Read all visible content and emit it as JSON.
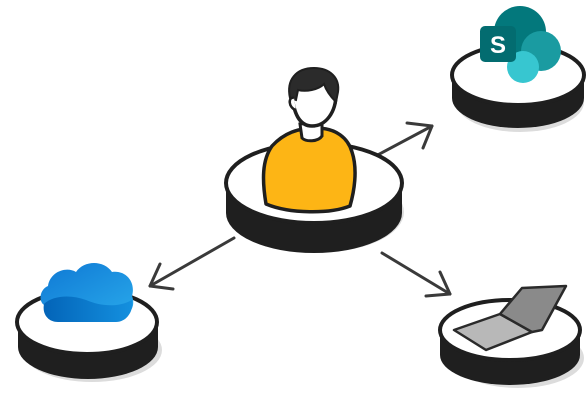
{
  "diagram": {
    "center_node": {
      "icon": "person-icon",
      "shirt_color": "#FDB515",
      "hair_color": "#2b2b2b"
    },
    "nodes": [
      {
        "id": "sharepoint",
        "icon": "sharepoint-icon",
        "letter": "S",
        "colors": [
          "#03787C",
          "#0F9C9E",
          "#37C6D0"
        ]
      },
      {
        "id": "onedrive",
        "icon": "onedrive-cloud-icon",
        "colors": [
          "#0364B8",
          "#1490DF",
          "#28A8EA"
        ]
      },
      {
        "id": "laptop",
        "icon": "laptop-icon",
        "colors": [
          "#8A8A8A",
          "#B8B8B8"
        ]
      }
    ],
    "connections": [
      {
        "from": "person",
        "to": "sharepoint"
      },
      {
        "from": "person",
        "to": "onedrive"
      },
      {
        "from": "person",
        "to": "laptop"
      }
    ]
  }
}
